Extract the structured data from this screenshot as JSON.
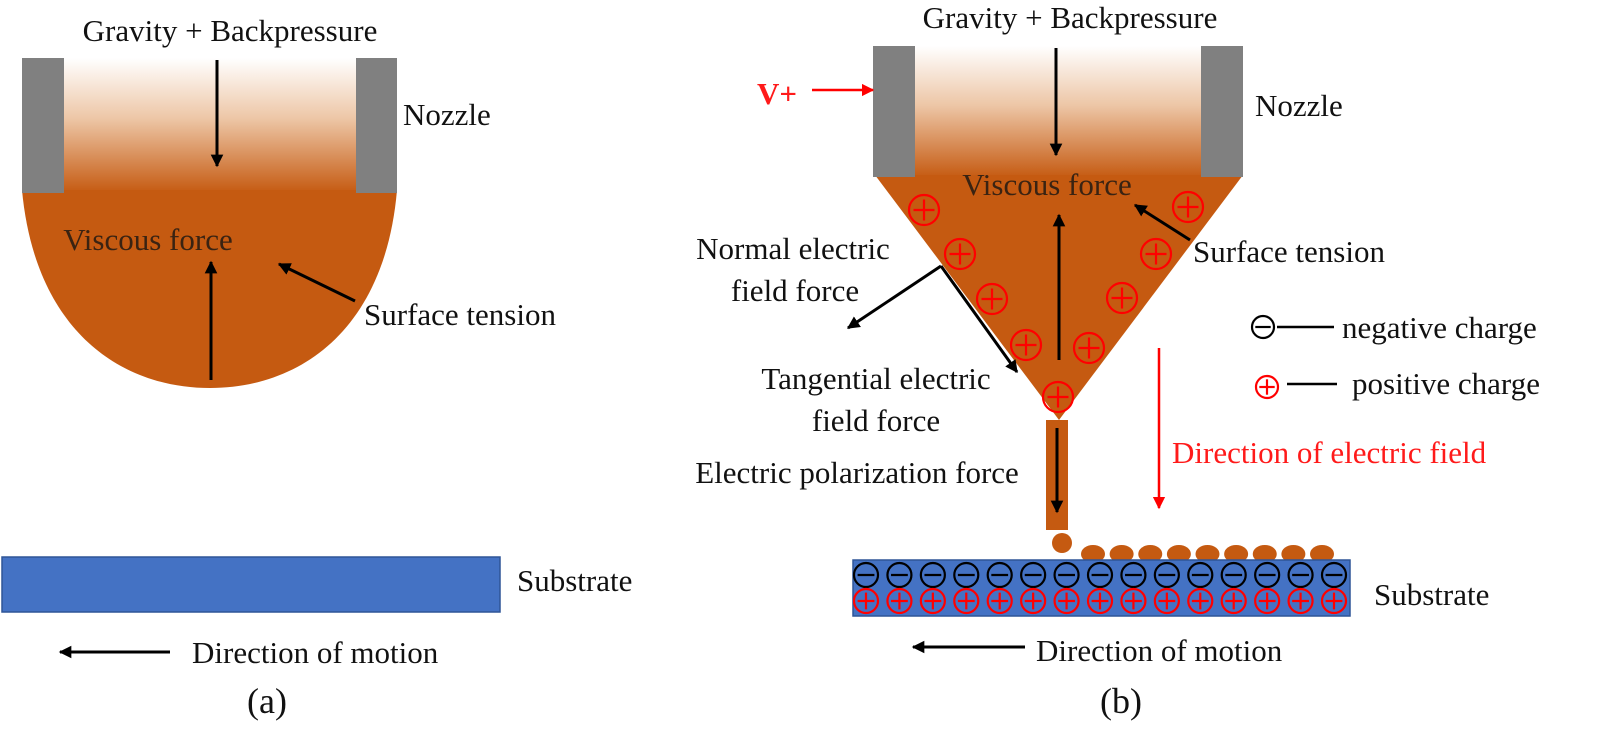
{
  "colors": {
    "fluid": "#c55a11",
    "nozzle_wall": "#808080",
    "substrate": "#4472c4",
    "substrate_border": "#2f5597",
    "arrow": "#000000",
    "electric": "#ff0000",
    "negative_charge": "#000000",
    "positive_charge": "#ff0000"
  },
  "panel_a": {
    "label": "(a)",
    "gravity_backpressure": "Gravity + Backpressure",
    "nozzle": "Nozzle",
    "viscous_force": "Viscous force",
    "surface_tension": "Surface tension",
    "substrate": "Substrate",
    "direction_of_motion": "Direction of motion"
  },
  "panel_b": {
    "label": "(b)",
    "gravity_backpressure": "Gravity + Backpressure",
    "nozzle": "Nozzle",
    "voltage": "V+",
    "viscous_force": "Viscous force",
    "surface_tension": "Surface tension",
    "normal_force_line1": "Normal electric",
    "normal_force_line2": "field force",
    "tangential_force_line1": "Tangential electric",
    "tangential_force_line2": "field force",
    "polarization_force": "Electric polarization force",
    "legend_negative": "negative charge",
    "legend_positive": "positive charge",
    "electric_field_direction": "Direction of electric field",
    "substrate": "Substrate",
    "direction_of_motion": "Direction of motion",
    "substrate_charge_pairs": 15,
    "deposited_droplets": 9
  }
}
